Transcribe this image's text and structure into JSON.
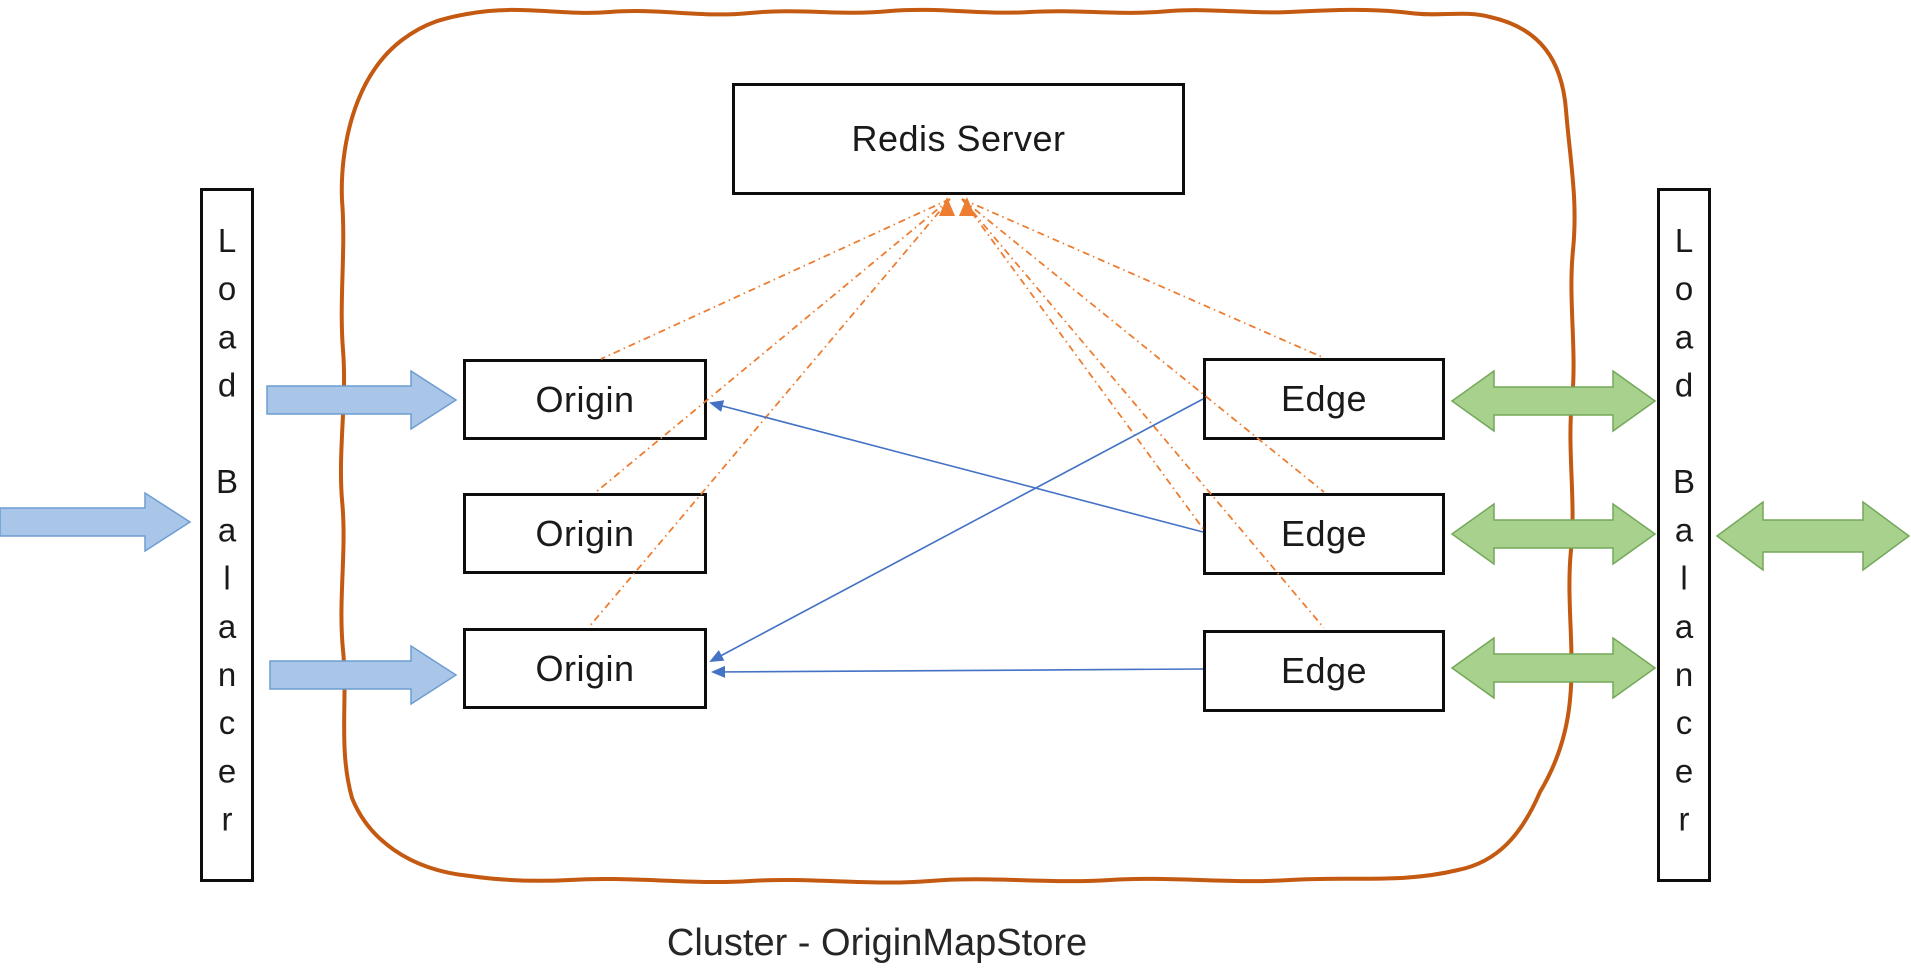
{
  "diagram": {
    "title_caption": "Cluster - OriginMapStore",
    "redis": {
      "label": "Redis Server"
    },
    "load_balancer_left": {
      "label": "Load Balancer"
    },
    "load_balancer_right": {
      "label": "Load Balancer"
    },
    "origins": [
      {
        "label": "Origin"
      },
      {
        "label": "Origin"
      },
      {
        "label": "Origin"
      }
    ],
    "edges": [
      {
        "label": "Edge"
      },
      {
        "label": "Edge"
      },
      {
        "label": "Edge"
      }
    ],
    "connections": {
      "redis_dashed_links": [
        "redis-origin-1",
        "redis-origin-2",
        "redis-origin-3",
        "redis-edge-1",
        "redis-edge-2",
        "redis-edge-3",
        "redis-edge-2-side"
      ],
      "blue_links": [
        "edge-2-to-origin-1",
        "edge-1-to-origin-3",
        "edge-3-to-origin-3"
      ],
      "blue_fat_arrows": [
        "external-input",
        "lb-to-origin-1",
        "lb-to-origin-3"
      ],
      "green_double_arrows": [
        "edge-1-lb",
        "edge-2-lb",
        "edge-3-lb",
        "lb-external"
      ]
    },
    "colors": {
      "box_border": "#0d0d0d",
      "blue_arrow_fill": "#a9c6e8",
      "blue_arrow_stroke": "#6d9dd1",
      "green_arrow_fill": "#a9d18e",
      "green_arrow_stroke": "#74a85a",
      "connector_blue": "#4472c4",
      "redis_dash_orange": "#ed7d31",
      "cluster_boundary_orange": "#c45911"
    }
  }
}
